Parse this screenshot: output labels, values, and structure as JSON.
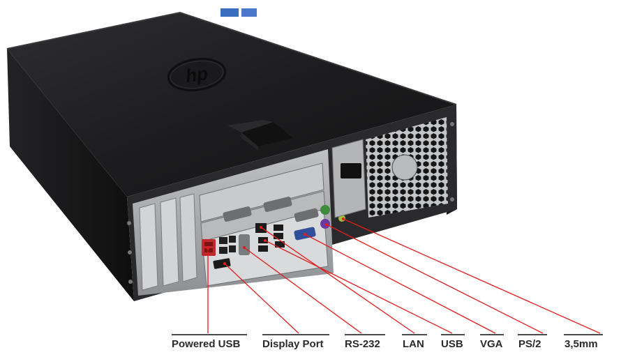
{
  "logo": {
    "text": "hp"
  },
  "callouts": [
    {
      "id": "powered-usb",
      "label": "Powered USB"
    },
    {
      "id": "display-port",
      "label": "Display Port"
    },
    {
      "id": "rs-232",
      "label": "RS-232"
    },
    {
      "id": "lan",
      "label": "LAN"
    },
    {
      "id": "usb",
      "label": "USB"
    },
    {
      "id": "vga",
      "label": "VGA"
    },
    {
      "id": "ps2",
      "label": "PS/2"
    },
    {
      "id": "audio-jack",
      "label": "3,5mm"
    }
  ],
  "colors": {
    "callout_line": "#e21c1c",
    "chassis": "#1c1c1e",
    "label_text": "#2a2a2a"
  }
}
